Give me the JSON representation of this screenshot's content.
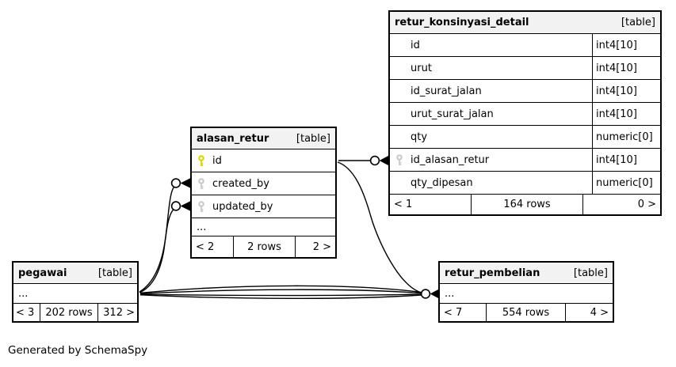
{
  "diagram": {
    "generated_note": "Generated by SchemaSpy"
  },
  "colors": {
    "border": "#000000",
    "header_bg": "#f2f2f2",
    "primary_key_icon": "#d6d600",
    "foreign_key_icon": "#c9c9c9"
  },
  "tables": {
    "retur_konsinyasi_detail": {
      "name": "retur_konsinyasi_detail",
      "badge": "[table]",
      "columns": [
        {
          "name": "id",
          "type": "int4[10]",
          "key": "none"
        },
        {
          "name": "urut",
          "type": "int4[10]",
          "key": "none"
        },
        {
          "name": "id_surat_jalan",
          "type": "int4[10]",
          "key": "none"
        },
        {
          "name": "urut_surat_jalan",
          "type": "int4[10]",
          "key": "none"
        },
        {
          "name": "qty",
          "type": "numeric[0]",
          "key": "none"
        },
        {
          "name": "id_alasan_retur",
          "type": "int4[10]",
          "key": "fk"
        },
        {
          "name": "qty_dipesan",
          "type": "numeric[0]",
          "key": "none"
        }
      ],
      "footer": {
        "prev": "< 1",
        "rows": "164 rows",
        "next": "0 >"
      }
    },
    "alasan_retur": {
      "name": "alasan_retur",
      "badge": "[table]",
      "columns": [
        {
          "name": "id",
          "key": "pk"
        },
        {
          "name": "created_by",
          "key": "fk"
        },
        {
          "name": "updated_by",
          "key": "fk"
        }
      ],
      "ellipsis": "...",
      "footer": {
        "prev": "< 2",
        "rows": "2 rows",
        "next": "2 >"
      }
    },
    "pegawai": {
      "name": "pegawai",
      "badge": "[table]",
      "ellipsis": "...",
      "footer": {
        "prev": "< 3",
        "rows": "202 rows",
        "next": "312 >"
      }
    },
    "retur_pembelian": {
      "name": "retur_pembelian",
      "badge": "[table]",
      "ellipsis": "...",
      "footer": {
        "prev": "< 7",
        "rows": "554 rows",
        "next": "4 >"
      }
    }
  }
}
